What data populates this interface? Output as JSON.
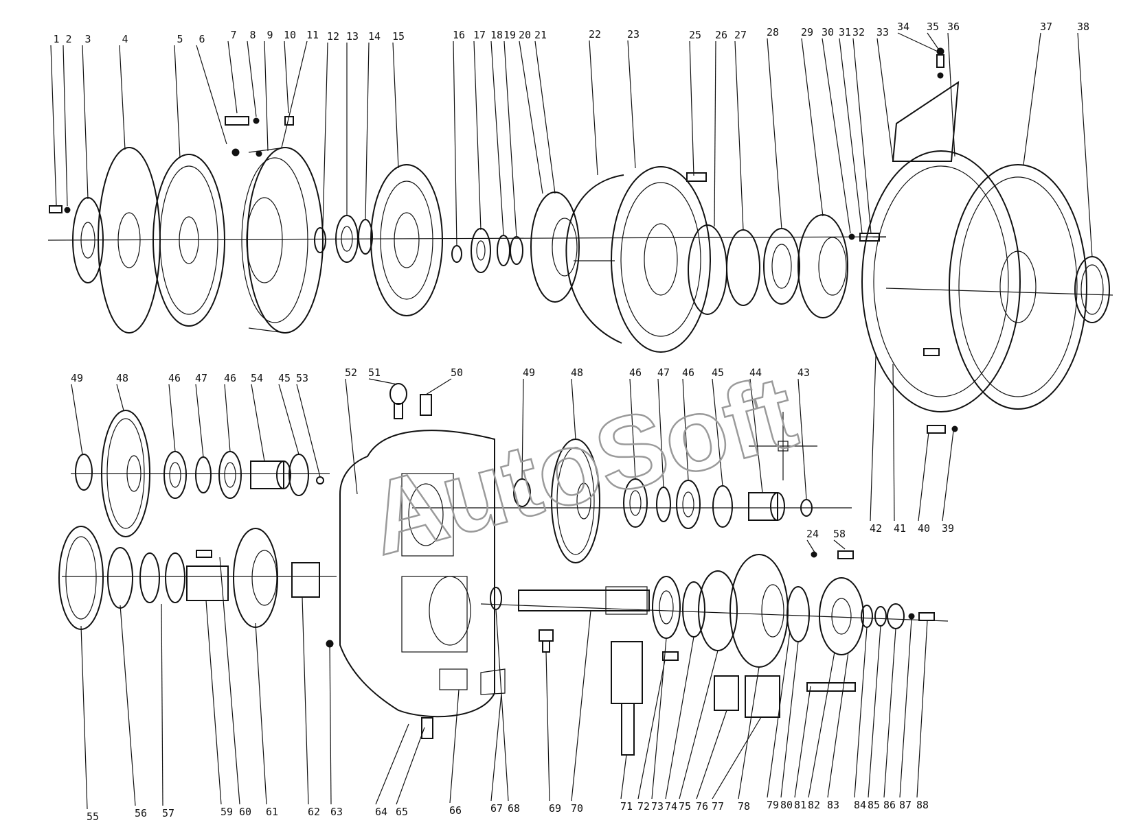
{
  "watermark": "AutoSoft",
  "labels": [
    "1",
    "2",
    "3",
    "4",
    "5",
    "6",
    "7",
    "8",
    "9",
    "10",
    "11",
    "12",
    "13",
    "14",
    "15",
    "16",
    "17",
    "18",
    "19",
    "20",
    "21",
    "22",
    "23",
    "25",
    "26",
    "27",
    "28",
    "29",
    "30",
    "31",
    "32",
    "33",
    "34",
    "35",
    "36",
    "37",
    "38",
    "49",
    "48",
    "46",
    "47",
    "46",
    "54",
    "45",
    "53",
    "52",
    "51",
    "50",
    "49",
    "48",
    "46",
    "47",
    "46",
    "45",
    "44",
    "43",
    "24",
    "58",
    "42",
    "41",
    "40",
    "39",
    "55",
    "56",
    "57",
    "59",
    "60",
    "61",
    "62",
    "63",
    "64",
    "65",
    "66",
    "67",
    "68",
    "69",
    "70",
    "71",
    "72",
    "73",
    "74",
    "75",
    "76",
    "77",
    "78",
    "79",
    "80",
    "81",
    "82",
    "83",
    "84",
    "85",
    "86",
    "87",
    "88"
  ]
}
